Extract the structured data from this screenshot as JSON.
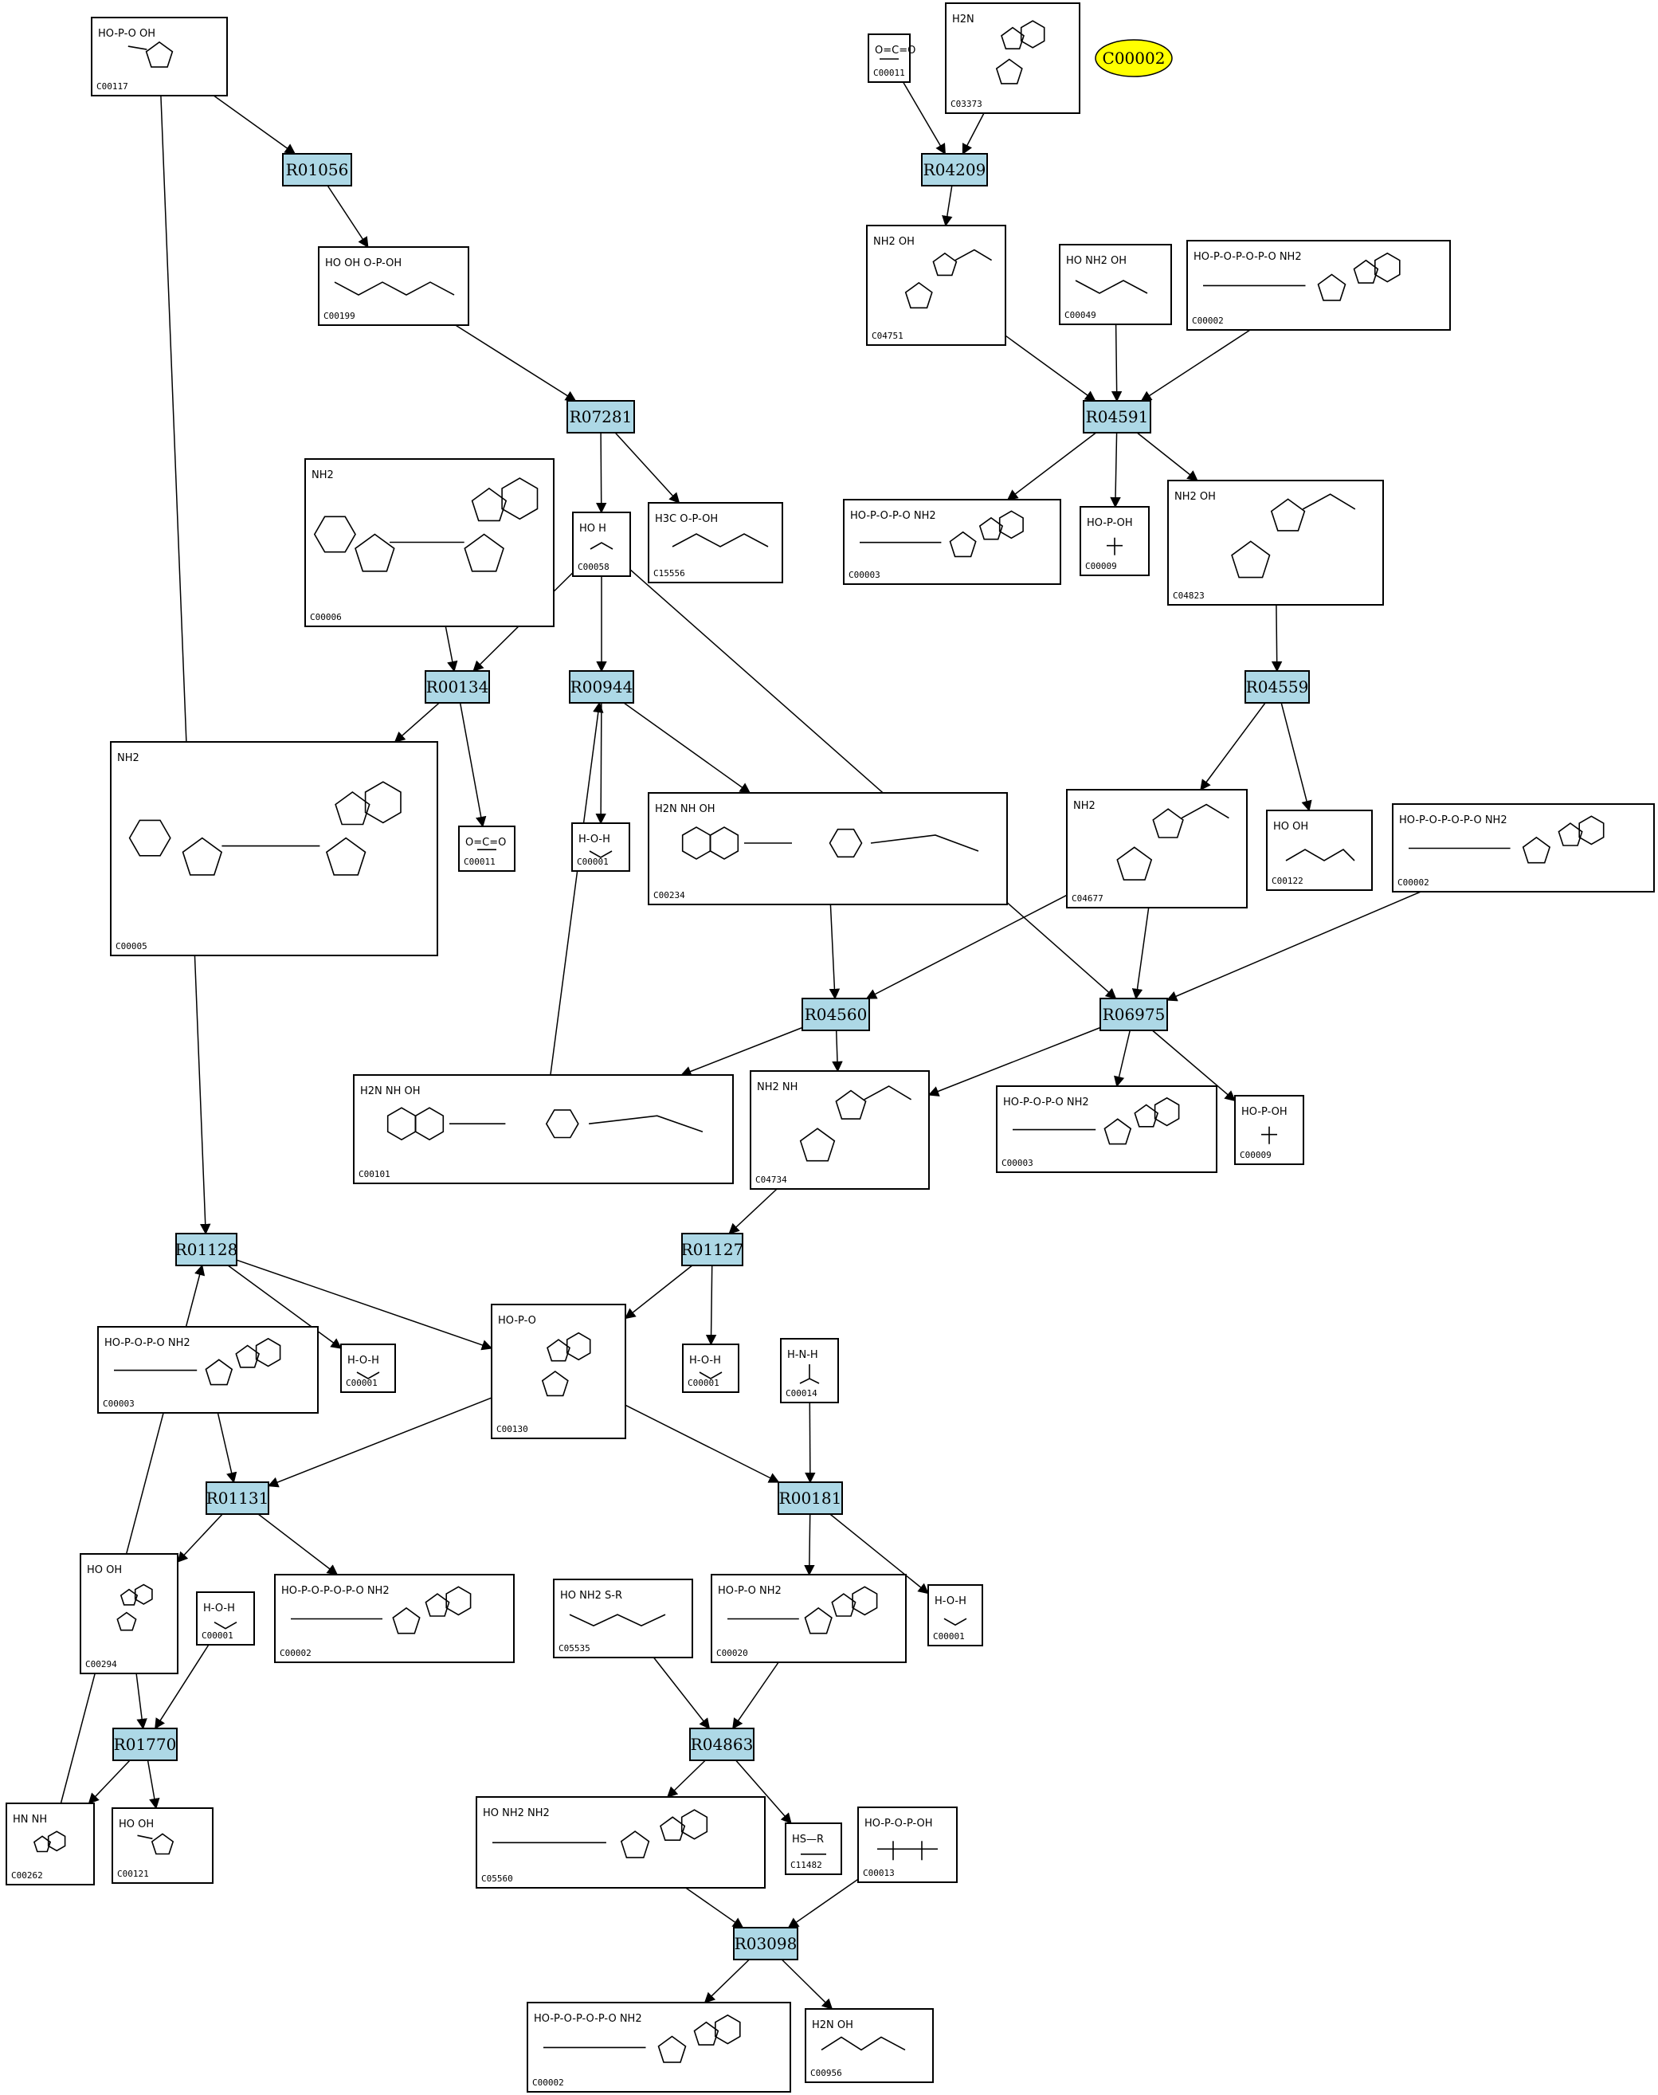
{
  "highlight": {
    "id": "C00002"
  },
  "reactions": [
    {
      "id": "R01056"
    },
    {
      "id": "R04209"
    },
    {
      "id": "R07281"
    },
    {
      "id": "R04591"
    },
    {
      "id": "R00134"
    },
    {
      "id": "R00944"
    },
    {
      "id": "R04559"
    },
    {
      "id": "R04560"
    },
    {
      "id": "R06975"
    },
    {
      "id": "R01128"
    },
    {
      "id": "R01127"
    },
    {
      "id": "R01131"
    },
    {
      "id": "R00181"
    },
    {
      "id": "R01770"
    },
    {
      "id": "R04863"
    },
    {
      "id": "R03098"
    }
  ],
  "compounds": [
    {
      "id": "C00117",
      "label": "C00117",
      "structure": "ribose-5-phosphate",
      "text": "HO-P-O OH"
    },
    {
      "id": "C00011a",
      "label": "C00011",
      "structure": "co2",
      "text": "O=C=O"
    },
    {
      "id": "C03373",
      "label": "C03373",
      "structure": "air-ribotide",
      "text": "H2N"
    },
    {
      "id": "C00199",
      "label": "C00199",
      "structure": "ribulose-5-phosphate",
      "text": "HO OH O-P-OH"
    },
    {
      "id": "C04751",
      "label": "C04751",
      "structure": "caire",
      "text": "NH2 OH"
    },
    {
      "id": "C00049",
      "label": "C00049",
      "structure": "aspartate",
      "text": "HO NH2 OH"
    },
    {
      "id": "C00002a",
      "label": "C00002",
      "structure": "atp",
      "text": "HO-P-O-P-O-P-O NH2"
    },
    {
      "id": "C15556",
      "label": "C15556",
      "structure": "methylglyoxal-phosphate",
      "text": "H3C O-P-OH"
    },
    {
      "id": "C00058a",
      "label": "C00058",
      "structure": "formate",
      "text": "HO H"
    },
    {
      "id": "C00006",
      "label": "C00006",
      "structure": "nadp",
      "text": "NH2"
    },
    {
      "id": "C00003a",
      "label": "C00003",
      "structure": "adp",
      "text": "HO-P-O-P-O NH2"
    },
    {
      "id": "C00009a",
      "label": "C00009",
      "structure": "phosphate",
      "text": "HO-P-OH"
    },
    {
      "id": "C04823",
      "label": "C04823",
      "structure": "saicar",
      "text": "NH2 OH"
    },
    {
      "id": "C00005",
      "label": "C00005",
      "structure": "nadph",
      "text": "NH2"
    },
    {
      "id": "C00011b",
      "label": "C00011",
      "structure": "co2",
      "text": "O=C=O"
    },
    {
      "id": "C00001a",
      "label": "C00001",
      "structure": "water",
      "text": "H-O-H"
    },
    {
      "id": "C00234",
      "label": "C00234",
      "structure": "formyl-thf",
      "text": "H2N NH OH"
    },
    {
      "id": "C04677",
      "label": "C04677",
      "structure": "aicar",
      "text": "NH2"
    },
    {
      "id": "C00122",
      "label": "C00122",
      "structure": "fumarate",
      "text": "HO OH"
    },
    {
      "id": "C00002b",
      "label": "C00002",
      "structure": "atp",
      "text": "HO-P-O-P-O-P-O NH2"
    },
    {
      "id": "C00101",
      "label": "C00101",
      "structure": "thf",
      "text": "H2N NH OH"
    },
    {
      "id": "C04734",
      "label": "C04734",
      "structure": "faicar",
      "text": "NH2 NH"
    },
    {
      "id": "C00003b",
      "label": "C00003",
      "structure": "adp",
      "text": "HO-P-O-P-O NH2"
    },
    {
      "id": "C00009b",
      "label": "C00009",
      "structure": "phosphate",
      "text": "HO-P-OH"
    },
    {
      "id": "C00003c",
      "label": "C00003",
      "structure": "adp",
      "text": "HO-P-O-P-O NH2"
    },
    {
      "id": "C00001b",
      "label": "C00001",
      "structure": "water",
      "text": "H-O-H"
    },
    {
      "id": "C00130",
      "label": "C00130",
      "structure": "imp",
      "text": "HO-P-O"
    },
    {
      "id": "C00001c",
      "label": "C00001",
      "structure": "water",
      "text": "H-O-H"
    },
    {
      "id": "C00014",
      "label": "C00014",
      "structure": "ammonia",
      "text": "H-N-H"
    },
    {
      "id": "C00294",
      "label": "C00294",
      "structure": "inosine",
      "text": "HO OH"
    },
    {
      "id": "C00001d",
      "label": "C00001",
      "structure": "water",
      "text": "H-O-H"
    },
    {
      "id": "C00002c",
      "label": "C00002",
      "structure": "atp",
      "text": "HO-P-O-P-O-P-O NH2"
    },
    {
      "id": "C05535",
      "label": "C05535",
      "structure": "glutamate-5-semialdehyde-thioester",
      "text": "HO NH2 S-R"
    },
    {
      "id": "C00020",
      "label": "C00020",
      "structure": "amp",
      "text": "HO-P-O NH2"
    },
    {
      "id": "C00001e",
      "label": "C00001",
      "structure": "water",
      "text": "H-O-H"
    },
    {
      "id": "C00262",
      "label": "C00262",
      "structure": "hypoxanthine",
      "text": "HN NH"
    },
    {
      "id": "C00121",
      "label": "C00121",
      "structure": "ribose",
      "text": "HO OH"
    },
    {
      "id": "C05560",
      "label": "C05560",
      "structure": "glutamyl-adenylate",
      "text": "HO NH2 NH2"
    },
    {
      "id": "C11482",
      "label": "C11482",
      "structure": "thiol",
      "text": "HS—R"
    },
    {
      "id": "C00013",
      "label": "C00013",
      "structure": "pyrophosphate",
      "text": "HO-P-O-P-OH"
    },
    {
      "id": "C00002d",
      "label": "C00002",
      "structure": "atp",
      "text": "HO-P-O-P-O-P-O NH2"
    },
    {
      "id": "C00956",
      "label": "C00956",
      "structure": "aminoadipate",
      "text": "H2N OH"
    }
  ],
  "edges": [
    [
      "C00117",
      "R01056"
    ],
    [
      "R01056",
      "C00199"
    ],
    [
      "C00199",
      "R07281"
    ],
    [
      "R07281",
      "C15556"
    ],
    [
      "R07281",
      "C00058a"
    ],
    [
      "C00011a",
      "R04209"
    ],
    [
      "C03373",
      "R04209"
    ],
    [
      "R04209",
      "C04751"
    ],
    [
      "C04751",
      "R04591"
    ],
    [
      "C00049",
      "R04591"
    ],
    [
      "C00002a",
      "R04591"
    ],
    [
      "R04591",
      "C00003a"
    ],
    [
      "R04591",
      "C00009a"
    ],
    [
      "R04591",
      "C04823"
    ],
    [
      "C00006",
      "R00134"
    ],
    [
      "C00058a",
      "R00134"
    ],
    [
      "R00134",
      "C00005"
    ],
    [
      "R00134",
      "C00011b"
    ],
    [
      "C00058a",
      "R00944"
    ],
    [
      "R00944",
      "C00001a"
    ],
    [
      "R00944",
      "C00234"
    ],
    [
      "C00058a",
      "R06975"
    ],
    [
      "C04823",
      "R04559"
    ],
    [
      "R04559",
      "C04677"
    ],
    [
      "R04559",
      "C00122"
    ],
    [
      "C00234",
      "R04560"
    ],
    [
      "C04677",
      "R04560"
    ],
    [
      "R04560",
      "C00101"
    ],
    [
      "R04560",
      "C04734"
    ],
    [
      "C00101",
      "R00944"
    ],
    [
      "C04677",
      "R06975"
    ],
    [
      "C00002b",
      "R06975"
    ],
    [
      "R06975",
      "C04734"
    ],
    [
      "R06975",
      "C00003b"
    ],
    [
      "R06975",
      "C00009b"
    ],
    [
      "C00117",
      "R01128"
    ],
    [
      "C04734",
      "R01127"
    ],
    [
      "R01127",
      "C00130"
    ],
    [
      "R01127",
      "C00001c"
    ],
    [
      "R01128",
      "C00001b"
    ],
    [
      "R01128",
      "C00130"
    ],
    [
      "C00003c",
      "R01131"
    ],
    [
      "C00130",
      "R01131"
    ],
    [
      "C00130",
      "R00181"
    ],
    [
      "C00014",
      "R00181"
    ],
    [
      "R01131",
      "C00294"
    ],
    [
      "R01131",
      "C00002c"
    ],
    [
      "R00181",
      "C00020"
    ],
    [
      "R00181",
      "C00001e"
    ],
    [
      "C00294",
      "R01770"
    ],
    [
      "C00001d",
      "R01770"
    ],
    [
      "R01770",
      "C00262"
    ],
    [
      "R01770",
      "C00121"
    ],
    [
      "C00262",
      "R01128"
    ],
    [
      "C05535",
      "R04863"
    ],
    [
      "C00020",
      "R04863"
    ],
    [
      "R04863",
      "C05560"
    ],
    [
      "R04863",
      "C11482"
    ],
    [
      "C05560",
      "R03098"
    ],
    [
      "C00013",
      "R03098"
    ],
    [
      "R03098",
      "C00002d"
    ],
    [
      "R03098",
      "C00956"
    ]
  ]
}
